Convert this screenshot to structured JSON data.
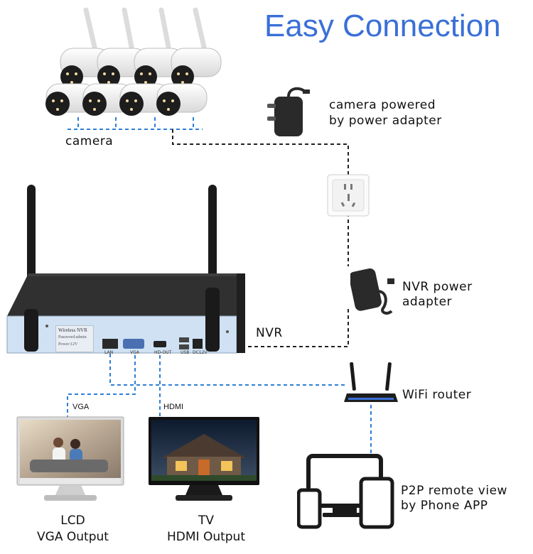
{
  "title": "Easy Connection",
  "labels": {
    "camera": "camera",
    "camera_power_line1": "camera powered",
    "camera_power_line2": "by power  adapter",
    "nvr": "NVR",
    "nvr_power_line1": "NVR power",
    "nvr_power_line2": "adapter",
    "wifi_router": "WiFi router",
    "vga_tag": "VGA",
    "hdmi_tag": "HDMI",
    "lcd_line1": "LCD",
    "lcd_line2": "VGA Output",
    "tv_line1": "TV",
    "tv_line2": "HDMI Output",
    "p2p_line1": "P2P remote view",
    "p2p_line2": "by Phone APP"
  },
  "nvr_panel": {
    "sticker_line1": "Wireless NVR",
    "sticker_line2": "Password:admin",
    "sticker_line3": "Power:12V",
    "port_lan": "LAN",
    "port_vga": "VGA",
    "port_hdmi": "HD-OUT",
    "port_usb": "USB",
    "port_dc": "DC12V"
  },
  "colors": {
    "title": "#3a6fd8",
    "blue_link": "#2f7fd6",
    "power_line": "#222222",
    "nvr_body": "#2b2b2b",
    "nvr_front": "#cfe1f3"
  }
}
